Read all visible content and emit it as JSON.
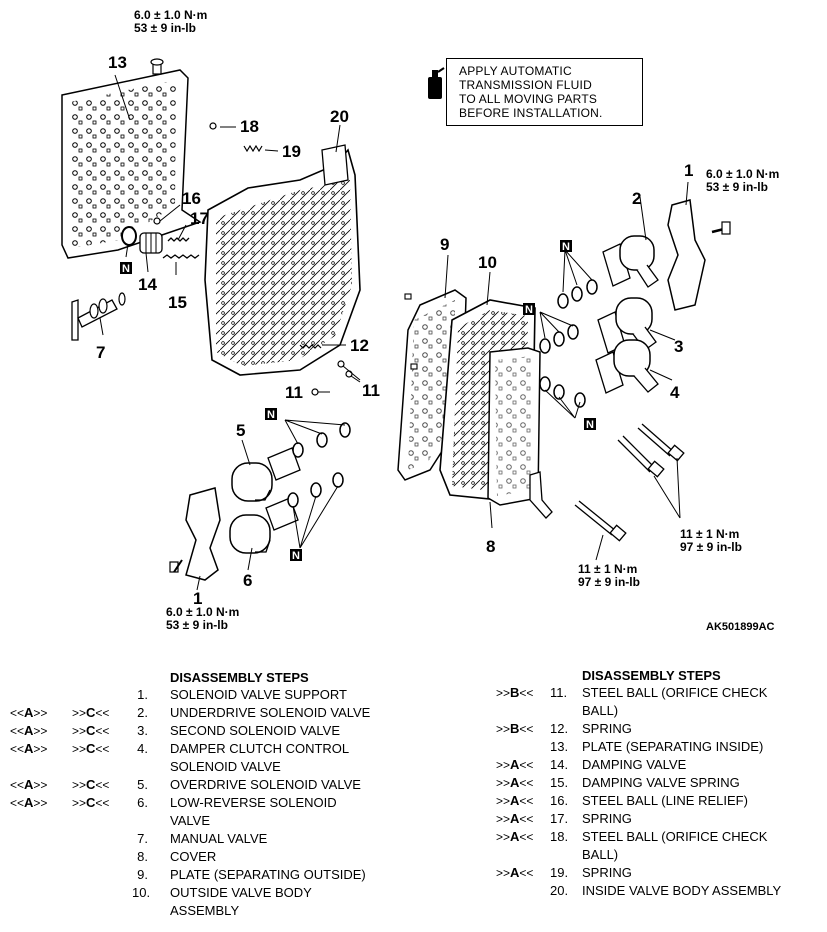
{
  "figure_code": "AK501899AC",
  "note": [
    "APPLY AUTOMATIC",
    "TRANSMISSION FLUID",
    "TO ALL MOVING PARTS",
    "BEFORE INSTALLATION."
  ],
  "torques": {
    "t13_a": "6.0 ± 1.0 N·m",
    "t13_b": "53 ± 9 in-lb",
    "t1r_a": "6.0 ± 1.0 N·m",
    "t1r_b": "53 ± 9 in-lb",
    "t1b_a": "6.0 ± 1.0 N·m",
    "t1b_b": "53 ± 9 in-lb",
    "t8_a": "11 ± 1 N·m",
    "t8_b": "97 ± 9 in-lb",
    "t11_a": "11 ± 1 N·m",
    "t11_b": "97 ± 9 in-lb"
  },
  "callouts": {
    "c1a": "1",
    "c1b": "1",
    "c2": "2",
    "c3": "3",
    "c4": "4",
    "c5": "5",
    "c6": "6",
    "c7": "7",
    "c8": "8",
    "c9": "9",
    "c10": "10",
    "c11a": "11",
    "c11b": "11",
    "c12": "12",
    "c13": "13",
    "c14": "14",
    "c15": "15",
    "c16": "16",
    "c17": "17",
    "c18": "18",
    "c19": "19",
    "c20": "20"
  },
  "n_mark": "N",
  "left_steps": {
    "title": "DISASSEMBLY STEPS",
    "items": [
      {
        "pre": "",
        "mid": "",
        "suf": "",
        "pre2": "",
        "mid2": "",
        "suf2": "",
        "num": "1.",
        "name": [
          "SOLENOID VALVE SUPPORT"
        ]
      },
      {
        "pre": "<<",
        "mid": "A",
        "suf": ">>",
        "pre2": ">>",
        "mid2": "C",
        "suf2": "<<",
        "num": "2.",
        "name": [
          "UNDERDRIVE SOLENOID VALVE"
        ]
      },
      {
        "pre": "<<",
        "mid": "A",
        "suf": ">>",
        "pre2": ">>",
        "mid2": "C",
        "suf2": "<<",
        "num": "3.",
        "name": [
          "SECOND SOLENOID VALVE"
        ]
      },
      {
        "pre": "<<",
        "mid": "A",
        "suf": ">>",
        "pre2": ">>",
        "mid2": "C",
        "suf2": "<<",
        "num": "4.",
        "name": [
          "DAMPER CLUTCH CONTROL",
          "SOLENOID VALVE"
        ]
      },
      {
        "pre": "<<",
        "mid": "A",
        "suf": ">>",
        "pre2": ">>",
        "mid2": "C",
        "suf2": "<<",
        "num": "5.",
        "name": [
          "OVERDRIVE SOLENOID VALVE"
        ]
      },
      {
        "pre": "<<",
        "mid": "A",
        "suf": ">>",
        "pre2": ">>",
        "mid2": "C",
        "suf2": "<<",
        "num": "6.",
        "name": [
          "LOW-REVERSE SOLENOID",
          "VALVE"
        ]
      },
      {
        "pre": "",
        "mid": "",
        "suf": "",
        "pre2": "",
        "mid2": "",
        "suf2": "",
        "num": "7.",
        "name": [
          "MANUAL VALVE"
        ]
      },
      {
        "pre": "",
        "mid": "",
        "suf": "",
        "pre2": "",
        "mid2": "",
        "suf2": "",
        "num": "8.",
        "name": [
          "COVER"
        ]
      },
      {
        "pre": "",
        "mid": "",
        "suf": "",
        "pre2": "",
        "mid2": "",
        "suf2": "",
        "num": "9.",
        "name": [
          "PLATE (SEPARATING OUTSIDE)"
        ]
      },
      {
        "pre": "",
        "mid": "",
        "suf": "",
        "pre2": "",
        "mid2": "",
        "suf2": "",
        "num": "10.",
        "name": [
          "OUTSIDE VALVE BODY",
          "ASSEMBLY"
        ]
      }
    ]
  },
  "right_steps": {
    "title": "DISASSEMBLY STEPS",
    "items": [
      {
        "pre": ">>",
        "mid": "B",
        "suf": "<<",
        "num": "11.",
        "name": [
          "STEEL BALL (ORIFICE CHECK",
          "BALL)"
        ]
      },
      {
        "pre": ">>",
        "mid": "B",
        "suf": "<<",
        "num": "12.",
        "name": [
          "SPRING"
        ]
      },
      {
        "pre": "",
        "mid": "",
        "suf": "",
        "num": "13.",
        "name": [
          "PLATE (SEPARATING INSIDE)"
        ]
      },
      {
        "pre": ">>",
        "mid": "A",
        "suf": "<<",
        "num": "14.",
        "name": [
          "DAMPING VALVE"
        ]
      },
      {
        "pre": ">>",
        "mid": "A",
        "suf": "<<",
        "num": "15.",
        "name": [
          "DAMPING VALVE SPRING"
        ]
      },
      {
        "pre": ">>",
        "mid": "A",
        "suf": "<<",
        "num": "16.",
        "name": [
          "STEEL BALL (LINE RELIEF)"
        ]
      },
      {
        "pre": ">>",
        "mid": "A",
        "suf": "<<",
        "num": "17.",
        "name": [
          "SPRING"
        ]
      },
      {
        "pre": ">>",
        "mid": "A",
        "suf": "<<",
        "num": "18.",
        "name": [
          "STEEL BALL (ORIFICE CHECK",
          "BALL)"
        ]
      },
      {
        "pre": ">>",
        "mid": "A",
        "suf": "<<",
        "num": "19.",
        "name": [
          "SPRING"
        ]
      },
      {
        "pre": "",
        "mid": "",
        "suf": "",
        "num": "20.",
        "name": [
          "INSIDE VALVE BODY ASSEMBLY"
        ]
      }
    ]
  }
}
